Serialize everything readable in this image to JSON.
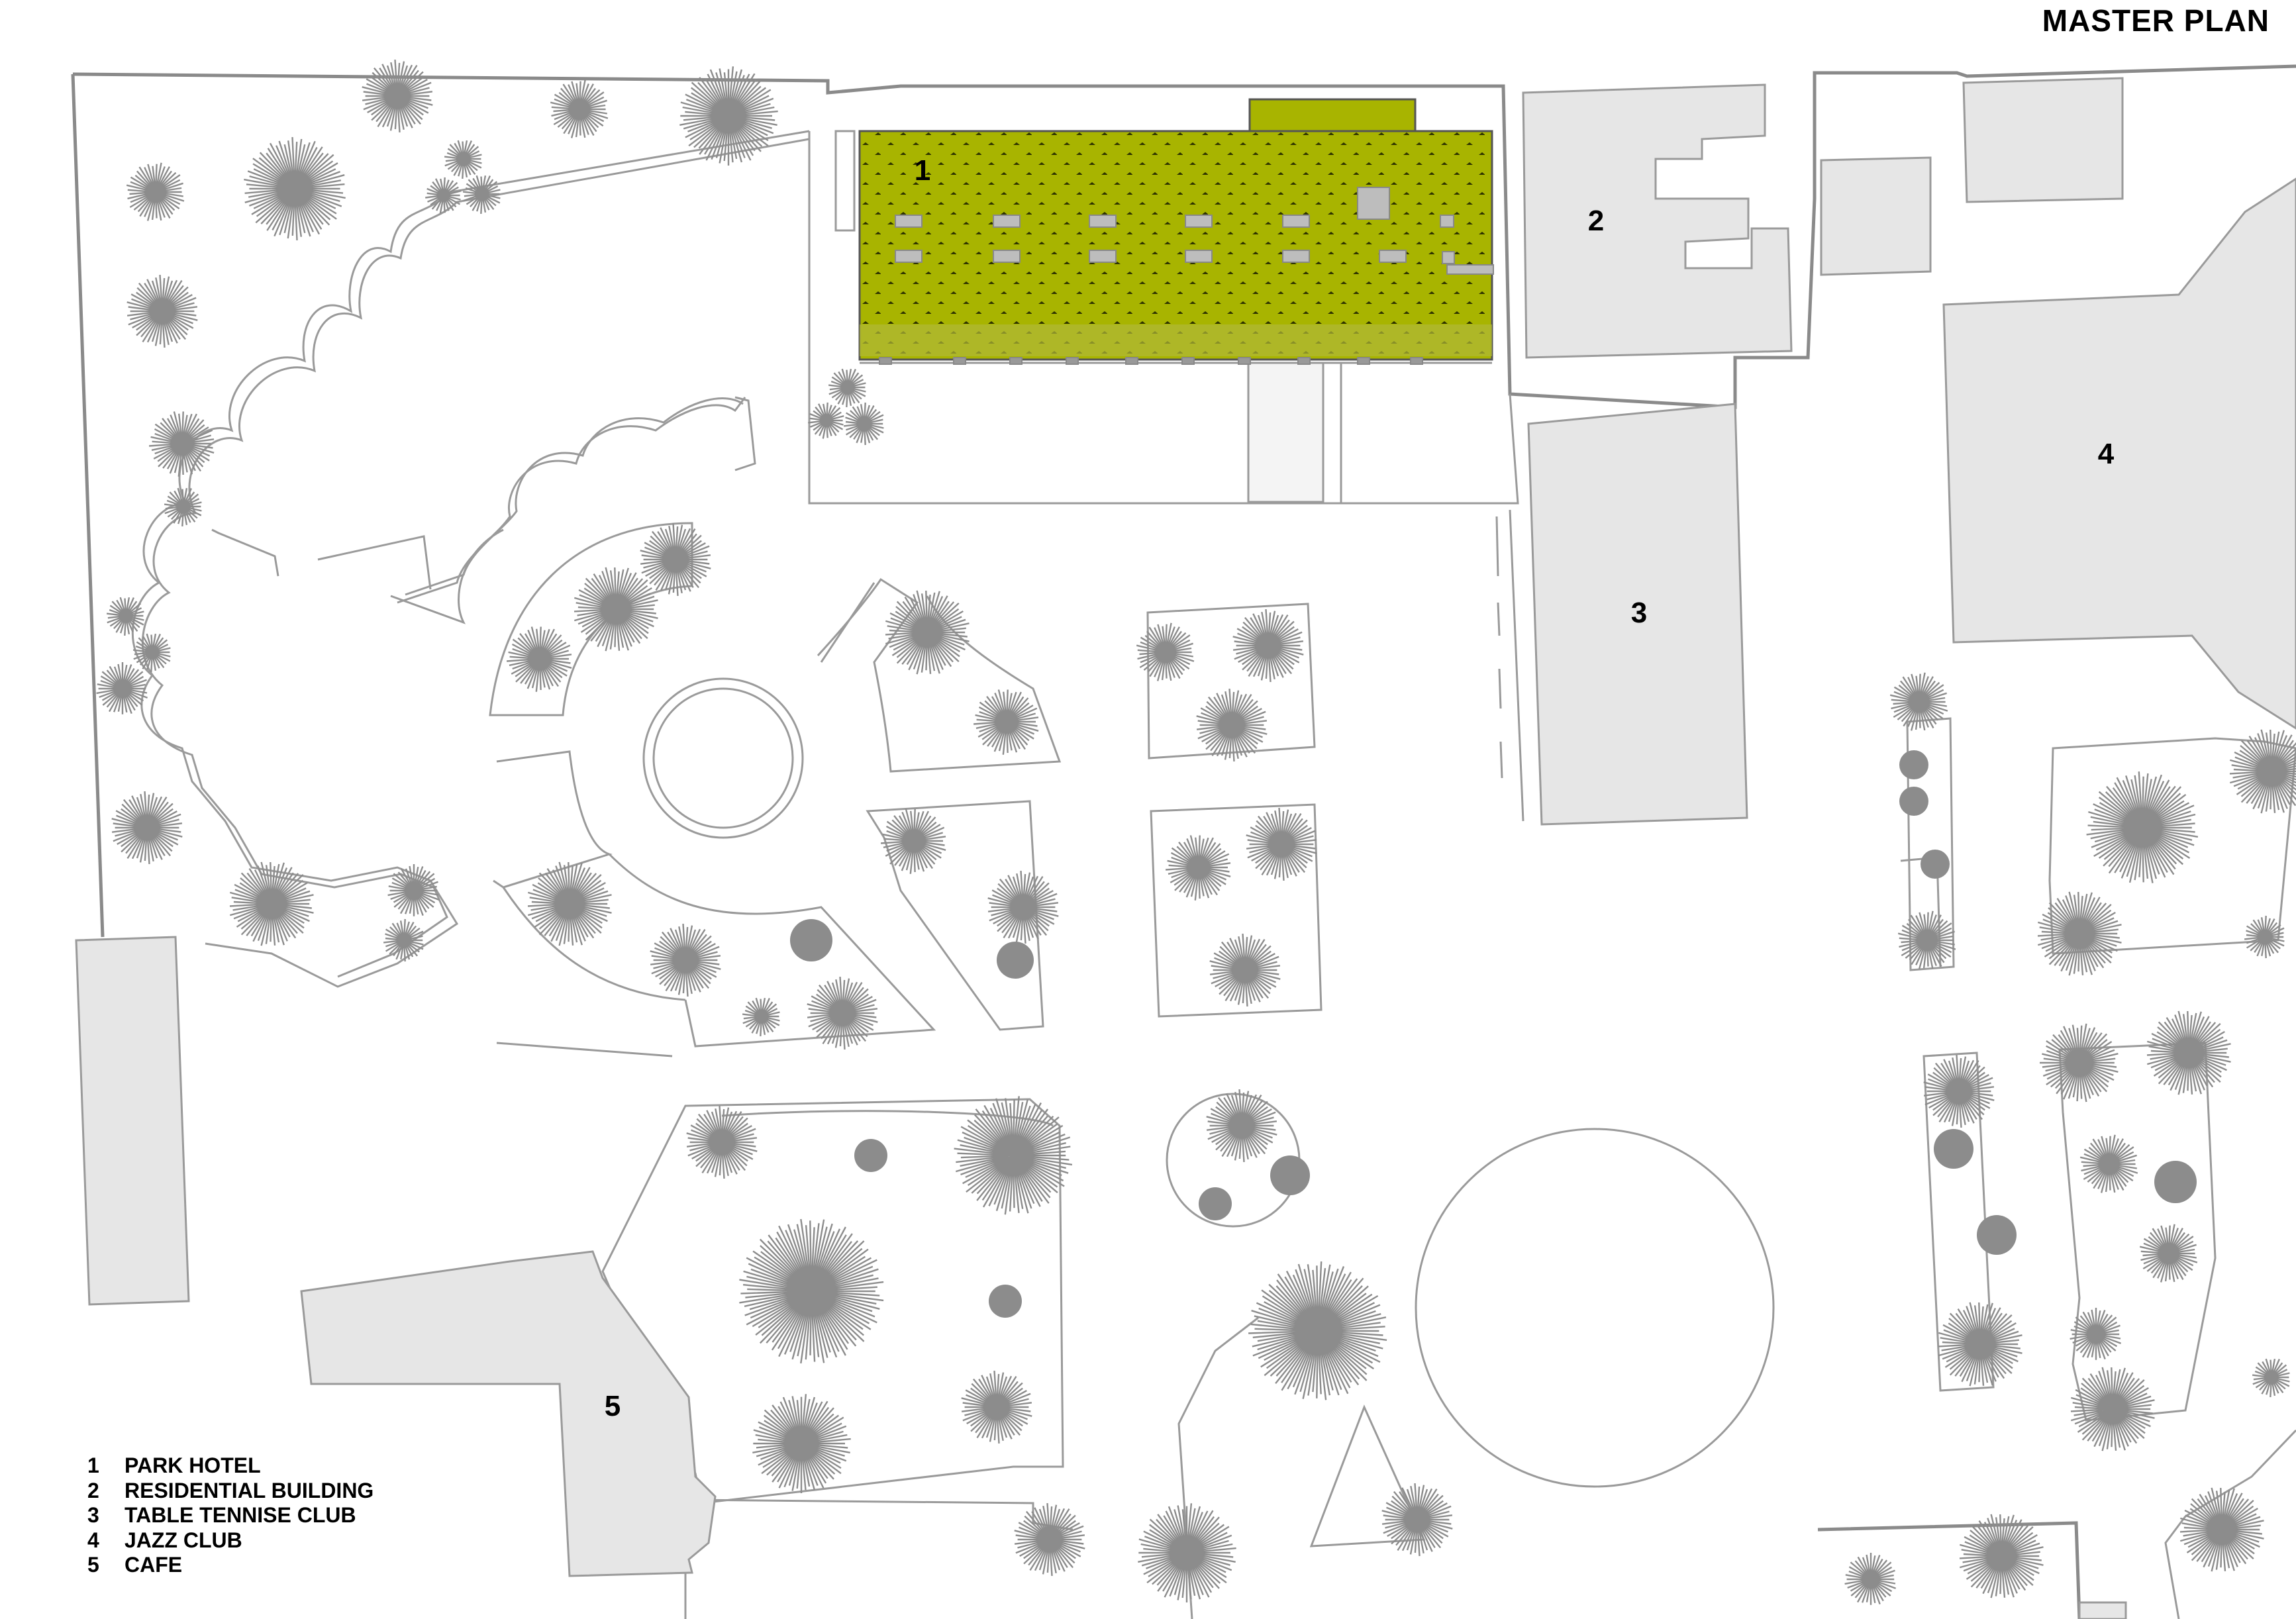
{
  "title": "MASTER PLAN",
  "building_numbers": [
    "1",
    "2",
    "3",
    "4",
    "5"
  ],
  "legend": [
    {
      "num": "1",
      "label": "PARK HOTEL"
    },
    {
      "num": "2",
      "label": "RESIDENTIAL BUILDING"
    },
    {
      "num": "3",
      "label": "TABLE TENNISE CLUB"
    },
    {
      "num": "4",
      "label": "JAZZ CLUB"
    },
    {
      "num": "5",
      "label": "CAFE"
    }
  ],
  "colors": {
    "building_fill": "#e6e6e6",
    "building_stroke": "#9a9a9a",
    "hotel_roof": "#a8b400",
    "hotel_roof_pattern": "#2e3300",
    "tree": "#8c8c8c",
    "line": "#9a9a9a",
    "boundary": "#8a8a8a"
  }
}
